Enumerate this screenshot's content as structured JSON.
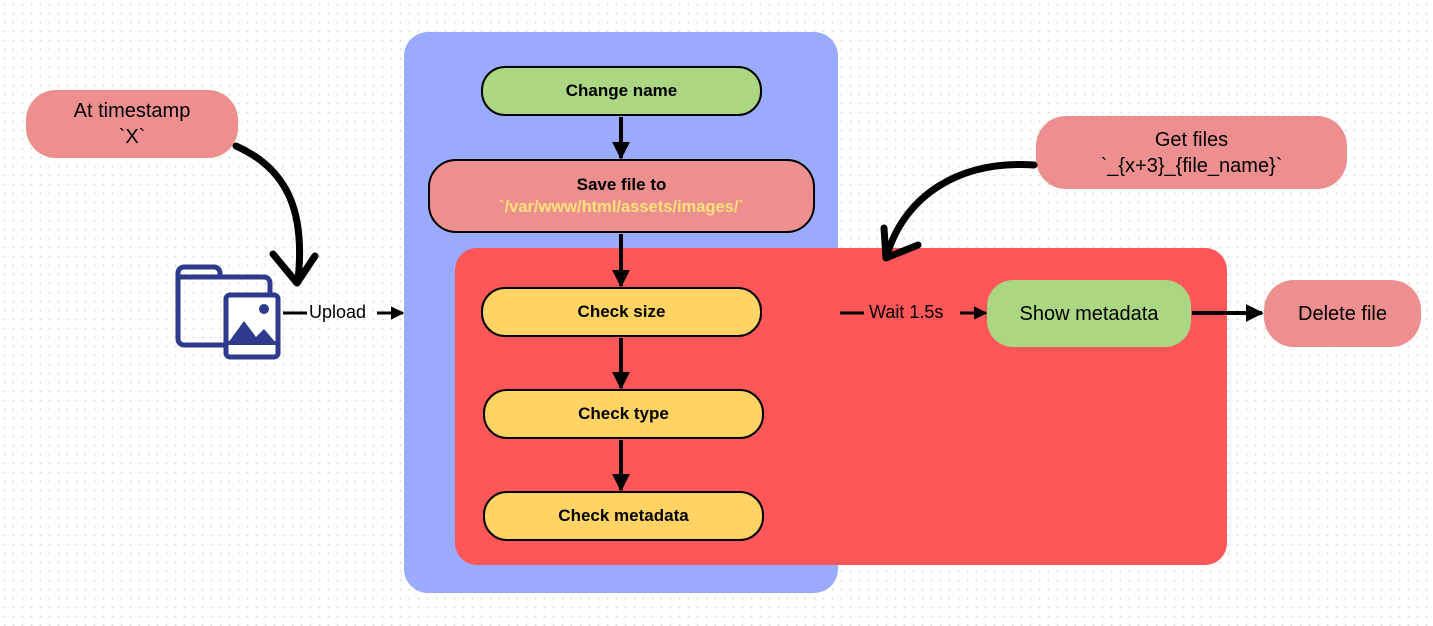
{
  "diagram": {
    "colors": {
      "container_outer": "#9aabfd",
      "container_inner": "#ff5757",
      "green_node": "#abd782",
      "pink_node": "#ee8f8f",
      "yellow_node": "#ffd465",
      "path_text": "#ffe27a",
      "icon": "#2e3a8c"
    },
    "trigger": {
      "line1": "At timestamp",
      "line2": "`X`"
    },
    "upload_icon": "folder-image-icon",
    "upload_label": "Upload",
    "pipeline": {
      "change_name": "Change name",
      "save_file": {
        "line1": "Save file to",
        "path": "`/var/www/html/assets/images/`"
      },
      "check_size": "Check size",
      "check_type": "Check type",
      "check_metadata": "Check metadata"
    },
    "get_files": {
      "line1": "Get files",
      "line2": "`_{x+3}_{file_name}`"
    },
    "wait_label": "Wait 1.5s",
    "show_metadata": "Show metadata",
    "delete_file": "Delete file"
  }
}
